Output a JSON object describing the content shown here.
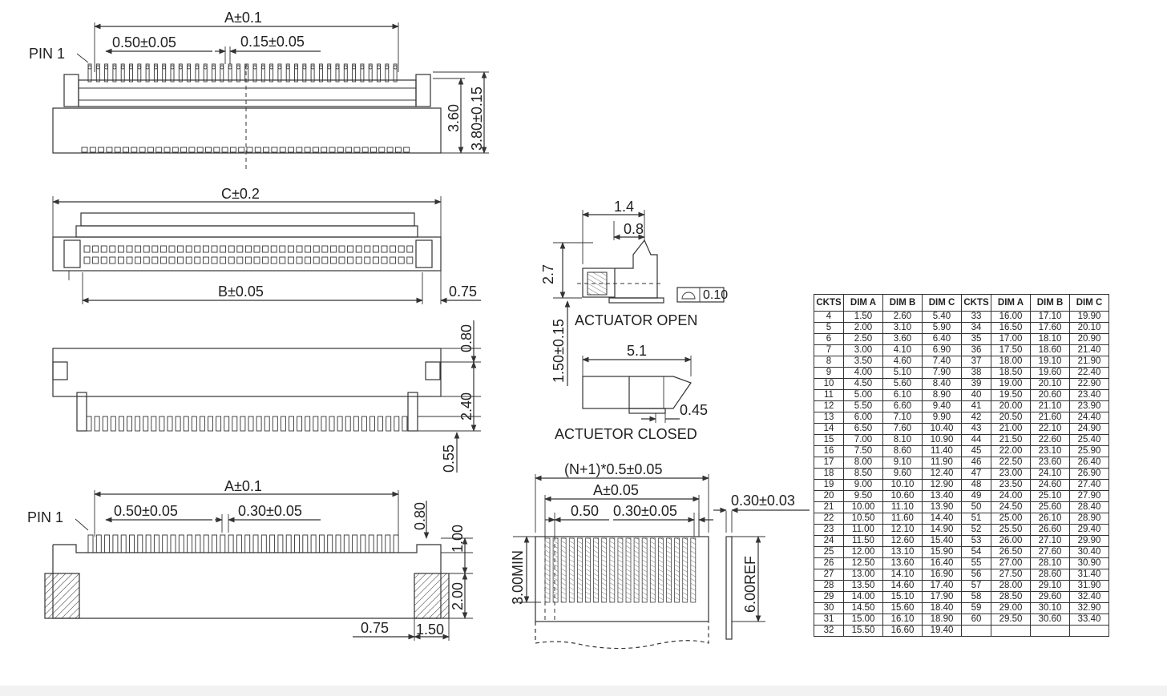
{
  "views": {
    "top": {
      "dim_a": "A±0.1",
      "pin1": "PIN 1",
      "pitch": "0.50±0.05",
      "width": "0.15±0.05",
      "h1": "3.60",
      "h2": "3.80±0.15"
    },
    "front": {
      "dim_c": "C±0.2",
      "dim_b": "B±0.05",
      "side": "0.75"
    },
    "side": {
      "d1": "0.80",
      "d2": "2.40",
      "d3": "0.55"
    },
    "bottom": {
      "dim_a": "A±0.1",
      "pin1": "PIN 1",
      "pitch": "0.50±0.05",
      "width": "0.30±0.05",
      "d1": "0.80",
      "d2": "1.00",
      "d3": "2.00",
      "d4": "0.75",
      "d5": "1.50"
    },
    "actuator": {
      "w1": "1.4",
      "w2": "0.8",
      "h": "2.7",
      "tol": "0.10",
      "open_label": "ACTUATOR OPEN",
      "h2": "1.50±0.15",
      "w3": "5.1",
      "w4": "0.45",
      "closed_label": "ACTUETOR CLOSED"
    },
    "fpc": {
      "total": "(N+1)*0.5±0.05",
      "dim_a": "A±0.05",
      "pitch": "0.50",
      "width": "0.30±0.05",
      "thick": "0.30±0.03",
      "min": "3.00MIN",
      "ref": "6.00REF"
    }
  },
  "table": {
    "headers": [
      "CKTS",
      "DIM A",
      "DIM B",
      "DIM C",
      "CKTS",
      "DIM A",
      "DIM B",
      "DIM C"
    ],
    "rows": [
      [
        "4",
        "1.50",
        "2.60",
        "5.40",
        "33",
        "16.00",
        "17.10",
        "19.90"
      ],
      [
        "5",
        "2.00",
        "3.10",
        "5.90",
        "34",
        "16.50",
        "17.60",
        "20.10"
      ],
      [
        "6",
        "2.50",
        "3.60",
        "6.40",
        "35",
        "17.00",
        "18.10",
        "20.90"
      ],
      [
        "7",
        "3.00",
        "4.10",
        "6.90",
        "36",
        "17.50",
        "18.60",
        "21.40"
      ],
      [
        "8",
        "3.50",
        "4.60",
        "7.40",
        "37",
        "18.00",
        "19.10",
        "21.90"
      ],
      [
        "9",
        "4.00",
        "5.10",
        "7.90",
        "38",
        "18.50",
        "19.60",
        "22.40"
      ],
      [
        "10",
        "4.50",
        "5.60",
        "8.40",
        "39",
        "19.00",
        "20.10",
        "22.90"
      ],
      [
        "11",
        "5.00",
        "6.10",
        "8.90",
        "40",
        "19.50",
        "20.60",
        "23.40"
      ],
      [
        "12",
        "5.50",
        "6.60",
        "9.40",
        "41",
        "20.00",
        "21.10",
        "23.90"
      ],
      [
        "13",
        "6.00",
        "7.10",
        "9.90",
        "42",
        "20.50",
        "21.60",
        "24.40"
      ],
      [
        "14",
        "6.50",
        "7.60",
        "10.40",
        "43",
        "21.00",
        "22.10",
        "24.90"
      ],
      [
        "15",
        "7.00",
        "8.10",
        "10.90",
        "44",
        "21.50",
        "22.60",
        "25.40"
      ],
      [
        "16",
        "7.50",
        "8.60",
        "11.40",
        "45",
        "22.00",
        "23.10",
        "25.90"
      ],
      [
        "17",
        "8.00",
        "9.10",
        "11.90",
        "46",
        "22.50",
        "23.60",
        "26.40"
      ],
      [
        "18",
        "8.50",
        "9.60",
        "12.40",
        "47",
        "23.00",
        "24.10",
        "26.90"
      ],
      [
        "19",
        "9.00",
        "10.10",
        "12.90",
        "48",
        "23.50",
        "24.60",
        "27.40"
      ],
      [
        "20",
        "9.50",
        "10.60",
        "13.40",
        "49",
        "24.00",
        "25.10",
        "27.90"
      ],
      [
        "21",
        "10.00",
        "11.10",
        "13.90",
        "50",
        "24.50",
        "25.60",
        "28.40"
      ],
      [
        "22",
        "10.50",
        "11.60",
        "14.40",
        "51",
        "25.00",
        "26.10",
        "28.90"
      ],
      [
        "23",
        "11.00",
        "12.10",
        "14.90",
        "52",
        "25.50",
        "26.60",
        "29.40"
      ],
      [
        "24",
        "11.50",
        "12.60",
        "15.40",
        "53",
        "26.00",
        "27.10",
        "29.90"
      ],
      [
        "25",
        "12.00",
        "13.10",
        "15.90",
        "54",
        "26.50",
        "27.60",
        "30.40"
      ],
      [
        "26",
        "12.50",
        "13.60",
        "16.40",
        "55",
        "27.00",
        "28.10",
        "30.90"
      ],
      [
        "27",
        "13.00",
        "14.10",
        "16.90",
        "56",
        "27.50",
        "28.60",
        "31.40"
      ],
      [
        "28",
        "13.50",
        "14.60",
        "17.40",
        "57",
        "28.00",
        "29.10",
        "31.90"
      ],
      [
        "29",
        "14.00",
        "15.10",
        "17.90",
        "58",
        "28.50",
        "29.60",
        "32.40"
      ],
      [
        "30",
        "14.50",
        "15.60",
        "18.40",
        "59",
        "29.00",
        "30.10",
        "32.90"
      ],
      [
        "31",
        "15.00",
        "16.10",
        "18.90",
        "60",
        "29.50",
        "30.60",
        "33.40"
      ],
      [
        "32",
        "15.50",
        "16.60",
        "19.40",
        "",
        "",
        "",
        ""
      ]
    ]
  }
}
